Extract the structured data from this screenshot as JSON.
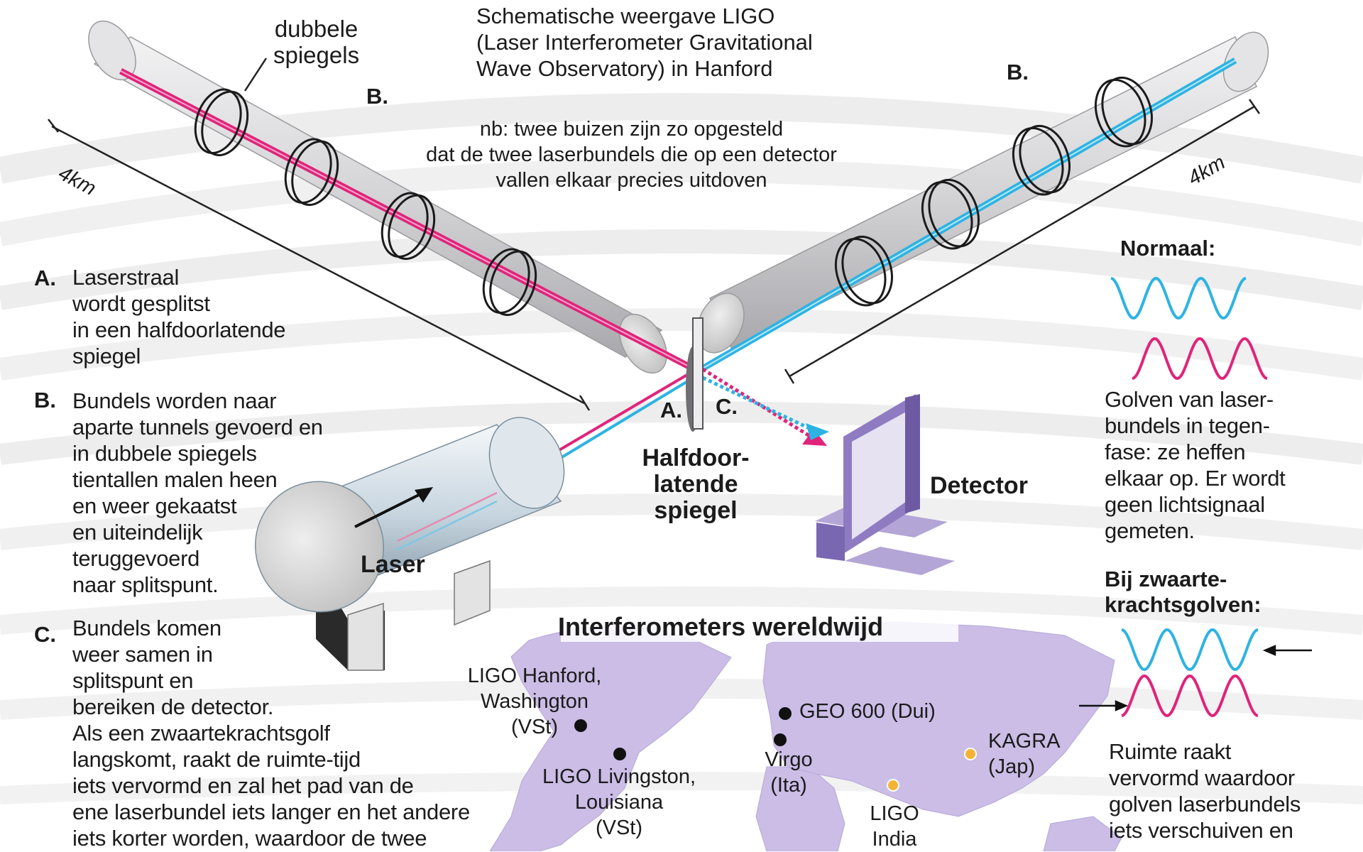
{
  "header": {
    "lines": [
      "Schematische weergave LIGO",
      "(Laser Interferometer Gravitational",
      "Wave Observatory) in Hanford"
    ]
  },
  "note": {
    "lines": [
      "nb: twee buizen zijn zo opgesteld",
      "dat de twee laserbundels die op een detector",
      "vallen elkaar precies uitdoven"
    ]
  },
  "labels": {
    "double_mirrors": [
      "dubbele",
      "spiegels"
    ],
    "b_left": "B.",
    "b_right": "B.",
    "dist_left": "4km",
    "dist_right": "4km",
    "point_a": "A.",
    "point_c": "C.",
    "half_mirror": [
      "Halfdoor-",
      "latende",
      "spiegel"
    ],
    "detector": "Detector",
    "laser": "Laser"
  },
  "steps": [
    {
      "letter": "A.",
      "lines": [
        "Laserstraal",
        "wordt gesplitst",
        "in een halfdoorlatende",
        "spiegel"
      ]
    },
    {
      "letter": "B.",
      "lines": [
        "Bundels worden naar",
        "aparte tunnels gevoerd en",
        "in dubbele spiegels",
        "tientallen malen heen",
        "en weer gekaatst",
        "en uiteindelijk",
        "teruggevoerd",
        "naar splitspunt."
      ]
    },
    {
      "letter": "C.",
      "lines": [
        "Bundels komen",
        "weer samen in",
        "splitspunt en",
        "bereiken de detector.",
        "Als een zwaartekrachtsgolf",
        "langskomt, raakt de ruimte-tijd",
        "iets vervormd en zal het pad van de",
        "ene laserbundel iets langer en het andere",
        "iets korter worden, waardoor de twee"
      ]
    }
  ],
  "normal": {
    "title": "Normaal:",
    "lines": [
      "Golven van laser-",
      "bundels in tegen-",
      "fase: ze heffen",
      "elkaar op. Er wordt",
      "geen lichtsignaal",
      "gemeten."
    ]
  },
  "gravity": {
    "title": [
      "Bij zwaarte-",
      "krachtsgolven:"
    ],
    "lines": [
      "Ruimte raakt",
      "vervormd waardoor",
      "golven laserbundels",
      "iets verschuiven en"
    ]
  },
  "map": {
    "title": "Interferometers wereldwijd",
    "sites": [
      {
        "lines": [
          "LIGO Hanford,",
          "Washington",
          "(VSt)"
        ],
        "status": "active"
      },
      {
        "lines": [
          "LIGO Livingston,",
          "Louisiana",
          "(VSt)"
        ],
        "status": "active"
      },
      {
        "lines": [
          "GEO 600 (Dui)"
        ],
        "status": "active"
      },
      {
        "lines": [
          "Virgo",
          "(Ita)"
        ],
        "status": "active"
      },
      {
        "lines": [
          "KAGRA",
          "(Jap)"
        ],
        "status": "planned"
      },
      {
        "lines": [
          "LIGO",
          "India"
        ],
        "status": "planned"
      }
    ]
  },
  "colors": {
    "magenta_beam": "#e0247a",
    "cyan_beam": "#2db3e2",
    "detector": "#8f7bc2",
    "map_land": "#cbbde6",
    "planned_site": "#f5b335",
    "tube": "#cfcfd2"
  }
}
